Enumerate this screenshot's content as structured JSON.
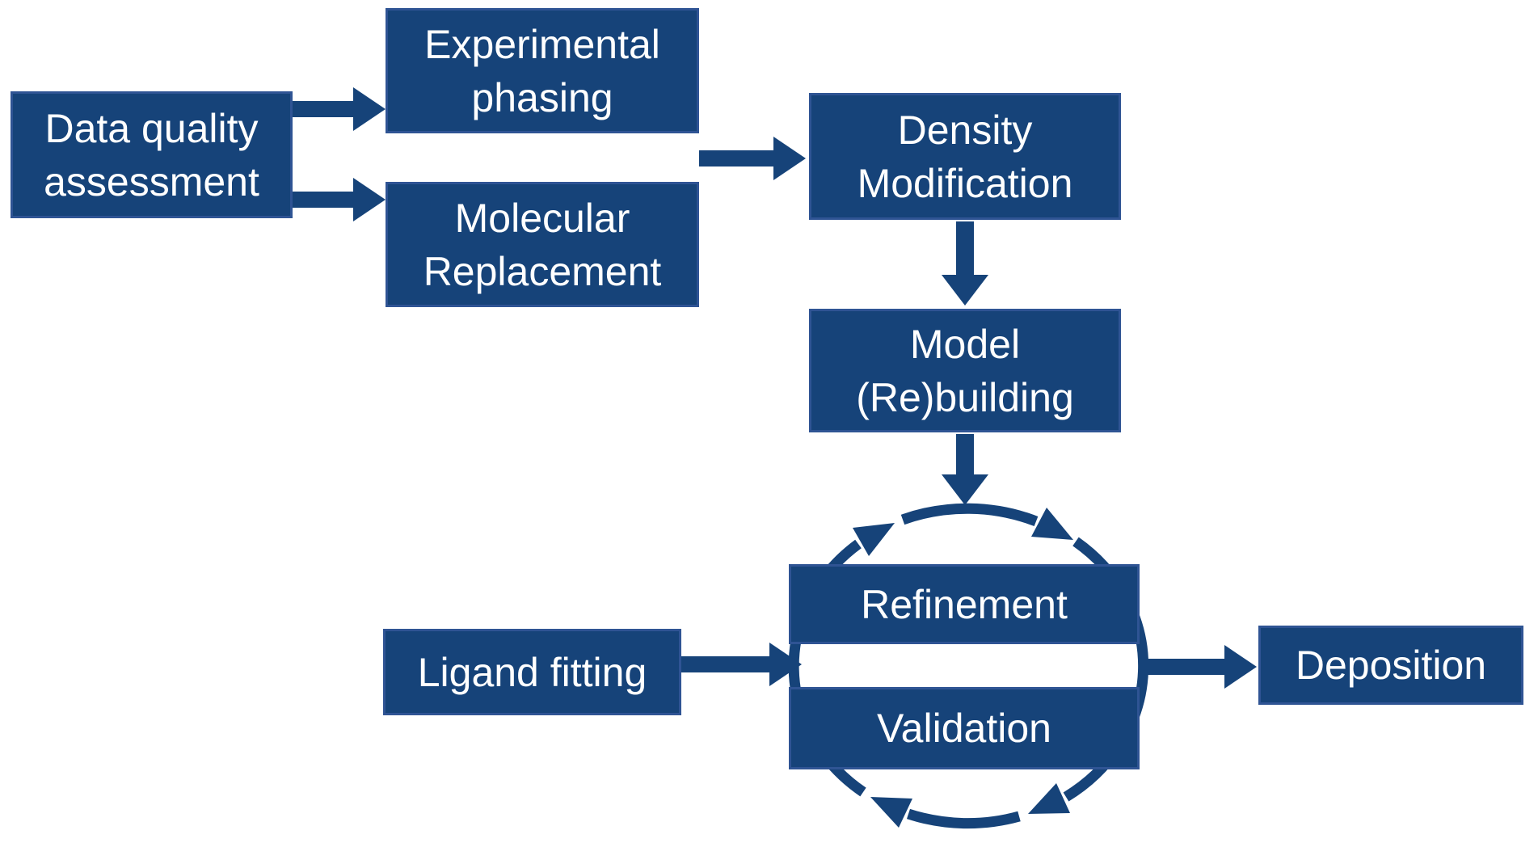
{
  "colors": {
    "box_fill": "#164379",
    "box_border": "#2F5494",
    "arrow": "#164379",
    "text": "#FFFFFF",
    "background": "#FFFFFF"
  },
  "nodes": [
    {
      "id": "data-quality-assessment",
      "lines": [
        "Data quality",
        "assessment"
      ]
    },
    {
      "id": "experimental-phasing",
      "lines": [
        "Experimental",
        "phasing"
      ]
    },
    {
      "id": "molecular-replacement",
      "lines": [
        "Molecular",
        "Replacement"
      ]
    },
    {
      "id": "density-modification",
      "lines": [
        "Density",
        "Modification"
      ]
    },
    {
      "id": "model-rebuilding",
      "lines": [
        "Model",
        "(Re)building"
      ]
    },
    {
      "id": "refinement",
      "lines": [
        "Refinement"
      ]
    },
    {
      "id": "validation",
      "lines": [
        "Validation"
      ]
    },
    {
      "id": "ligand-fitting",
      "lines": [
        "Ligand fitting"
      ]
    },
    {
      "id": "deposition",
      "lines": [
        "Deposition"
      ]
    }
  ],
  "connections": [
    {
      "from": "data-quality-assessment",
      "to": "experimental-phasing"
    },
    {
      "from": "data-quality-assessment",
      "to": "molecular-replacement"
    },
    {
      "from": "experimental-phasing, molecular-replacement",
      "to": "density-modification"
    },
    {
      "from": "density-modification",
      "to": "model-rebuilding"
    },
    {
      "from": "model-rebuilding",
      "to": "refinement-validation-cycle"
    },
    {
      "from": "ligand-fitting",
      "to": "refinement-validation-cycle"
    },
    {
      "from": "refinement-validation-cycle",
      "to": "deposition"
    }
  ],
  "cycle": {
    "members": [
      "refinement",
      "validation"
    ],
    "direction": "clockwise",
    "arrowhead_count": 4
  }
}
